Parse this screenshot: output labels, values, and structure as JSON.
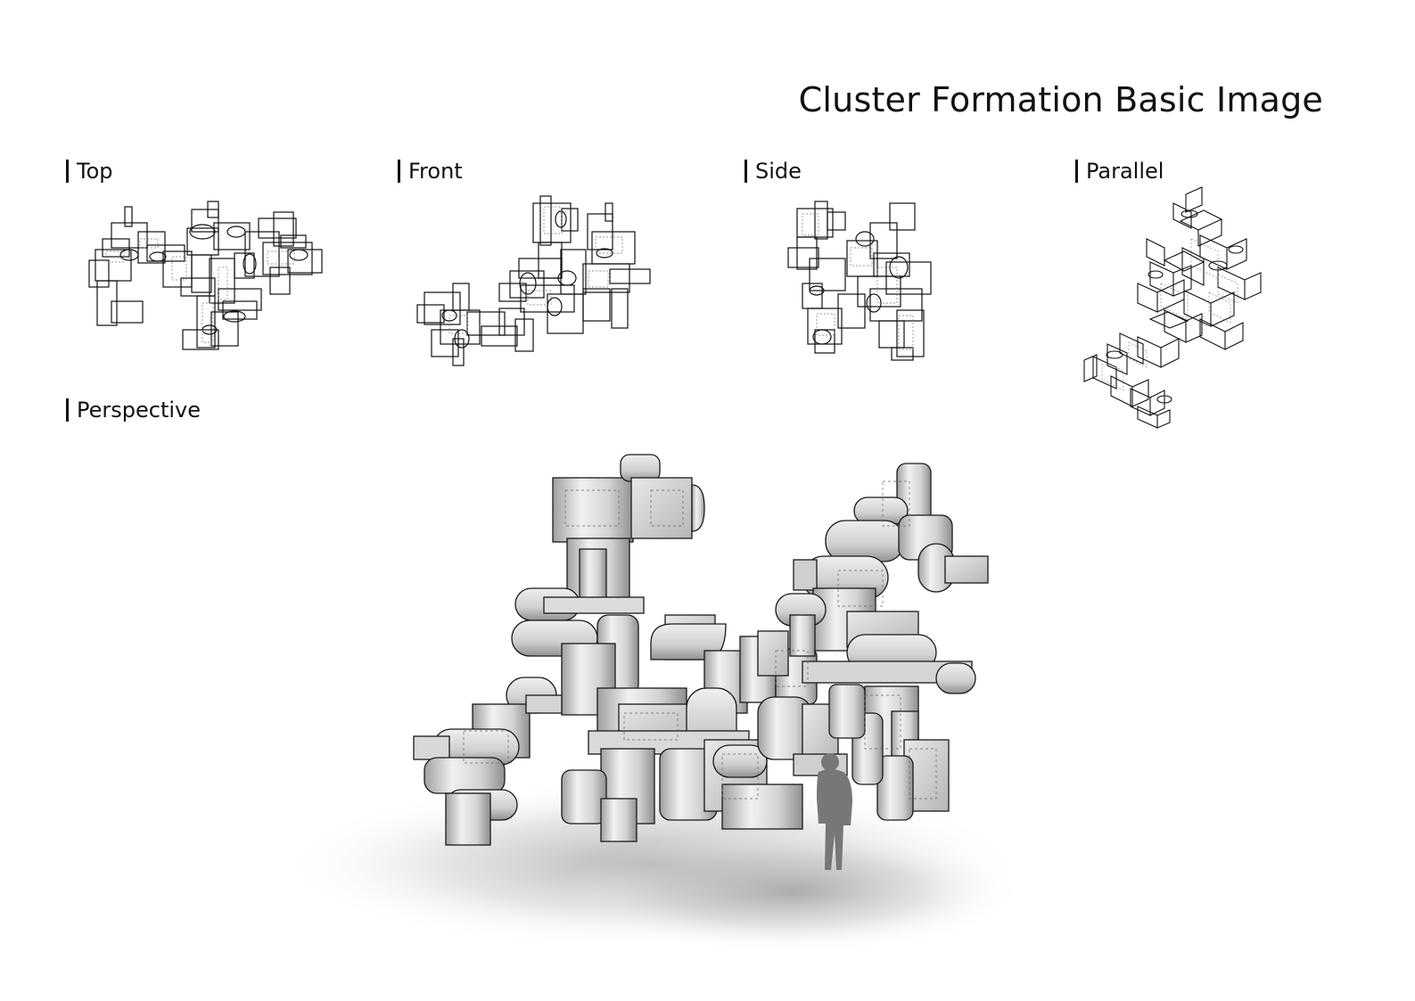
{
  "title": "Cluster Formation Basic Image",
  "views": {
    "top": "Top",
    "front": "Front",
    "side": "Side",
    "parallel": "Parallel",
    "perspective": "Perspective"
  }
}
